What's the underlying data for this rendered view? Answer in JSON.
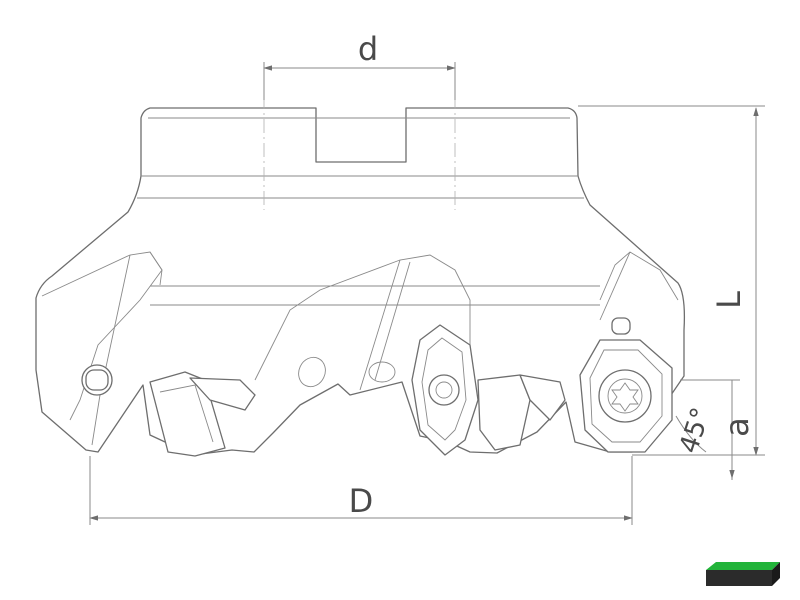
{
  "dimensions": {
    "d": "d",
    "D": "D",
    "L": "L",
    "a": "a",
    "angle": "45°"
  },
  "colors": {
    "line": "#6e6e6e",
    "text": "#4a4a4a",
    "icon_green": "#22b33a",
    "icon_dark": "#2b2b2b"
  },
  "icons": {
    "corner_badge": "insert-material-icon"
  }
}
